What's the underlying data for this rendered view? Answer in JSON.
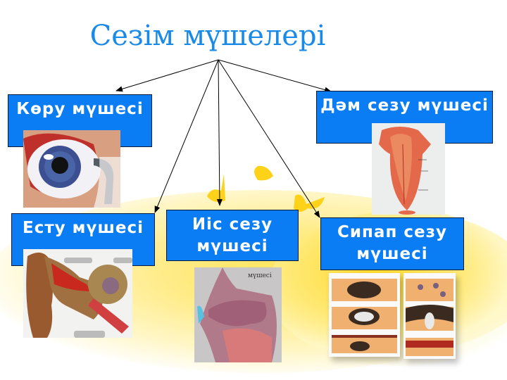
{
  "title": "Сезім мүшелері",
  "colors": {
    "title": "#1a8ae8",
    "box_fill": "#0a7df5",
    "box_text": "#ffffff",
    "arrow": "#000000",
    "background_accent": "#ffe45a"
  },
  "boxes": [
    {
      "id": "sight",
      "label": "Көру мүшесі",
      "image": "eye-anatomy"
    },
    {
      "id": "taste",
      "label": "Дәм сезу мүшесі",
      "image": "tongue-anatomy"
    },
    {
      "id": "hearing",
      "label": "Есту мүшесі",
      "image": "ear-anatomy"
    },
    {
      "id": "smell",
      "label": "Иіс сезу мүшесі",
      "image": "nose-anatomy"
    },
    {
      "id": "touch",
      "label": "Сипап сезу мүшесі",
      "image": "skin-receptors"
    }
  ],
  "image_labels": {
    "nose": "мүшесі"
  }
}
